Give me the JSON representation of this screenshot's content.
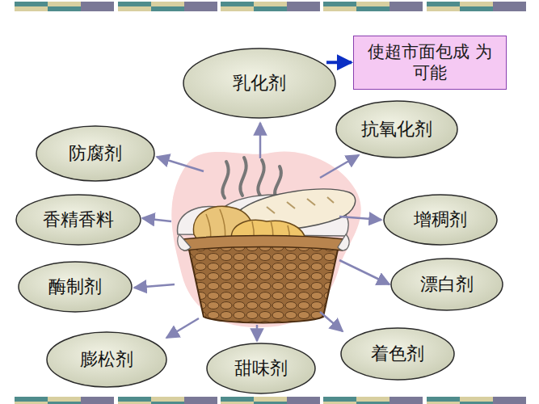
{
  "diagram": {
    "nodes": [
      {
        "text": [
          "乳化剂"
        ]
      },
      {
        "text": [
          "使超市面包成 为可能"
        ]
      },
      {
        "text": [
          "防腐剂"
        ]
      },
      {
        "text": [
          "抗氧化剂"
        ]
      },
      {
        "text": [
          "香精香料"
        ]
      },
      {
        "text": [
          "增稠剂"
        ]
      },
      {
        "text": [
          "酶制剂"
        ]
      },
      {
        "text": [
          "漂白剂"
        ]
      },
      {
        "text": [
          "着色剂"
        ]
      },
      {
        "text": [
          "膨松剂"
        ]
      },
      {
        "text": [
          "甜味剂"
        ]
      }
    ],
    "edges": [
      {
        "from": 0,
        "to": 1,
        "arrow": "to"
      }
    ]
  }
}
